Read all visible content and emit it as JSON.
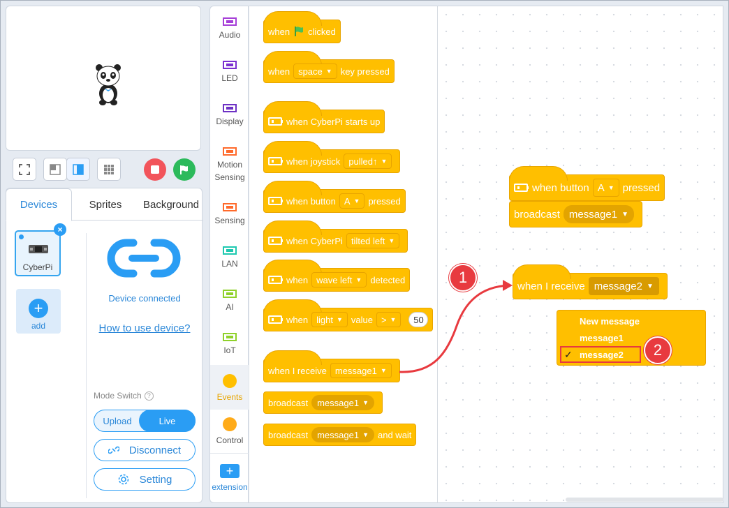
{
  "stage": {
    "sprite": "panda-sprite"
  },
  "toolbar": {
    "icons": [
      "fullscreen-icon",
      "small-stage-icon",
      "large-stage-icon",
      "grid-icon"
    ],
    "stop_color": "#f2545b",
    "go_color": "#2cba5b"
  },
  "device_panel": {
    "tabs": [
      "Devices",
      "Sprites",
      "Background"
    ],
    "device_name": "CyberPi",
    "add_label": "add",
    "status": "Device connected",
    "help_link": "How to use device?",
    "mode_switch_label": "Mode Switch",
    "mode_upload": "Upload",
    "mode_live": "Live",
    "disconnect": "Disconnect",
    "setting": "Setting"
  },
  "categories": [
    {
      "label": "Audio",
      "color": "#a63fd8"
    },
    {
      "label": "LED",
      "color": "#7b2fd0"
    },
    {
      "label": "Display",
      "color": "#6d31c4"
    },
    {
      "label": "Motion Sensing",
      "color": "#ff6a2b"
    },
    {
      "label": "Sensing",
      "color": "#ff6a2b"
    },
    {
      "label": "LAN",
      "color": "#1ec9b0"
    },
    {
      "label": "AI",
      "color": "#8fd12a"
    },
    {
      "label": "IoT",
      "color": "#8fd12a"
    },
    {
      "label": "Events",
      "color": "#ffbf00"
    },
    {
      "label": "Control",
      "color": "#ffab19"
    },
    {
      "label": "extension",
      "color": "#2a9df4"
    }
  ],
  "palette": {
    "flag_clicked": {
      "when": "when",
      "clicked": "clicked"
    },
    "key_pressed": {
      "when": "when",
      "key": "space",
      "pressed": "key pressed"
    },
    "starts_up": "when CyberPi starts up",
    "joystick": {
      "text": "when joystick",
      "value": "pulled↑"
    },
    "button": {
      "text": "when button",
      "value": "A",
      "pressed": "pressed"
    },
    "tilted": {
      "text": "when CyberPi",
      "value": "tilted left"
    },
    "wave": {
      "when": "when",
      "value": "wave left",
      "detected": "detected"
    },
    "light": {
      "when": "when",
      "sensor": "light",
      "value": "value",
      "op": ">",
      "num": "50"
    },
    "receive": {
      "text": "when I receive",
      "value": "message1"
    },
    "broadcast": {
      "text": "broadcast",
      "value": "message1"
    },
    "broadcast_wait": {
      "text": "broadcast",
      "value": "message1",
      "wait": "and wait"
    }
  },
  "workspace": {
    "button_block": {
      "text": "when button",
      "value": "A",
      "pressed": "pressed"
    },
    "broadcast_block": {
      "text": "broadcast",
      "value": "message1"
    },
    "receive_block": {
      "text": "when I receive",
      "value": "message2"
    },
    "menu": {
      "items": [
        "New message",
        "message1",
        "message2"
      ],
      "checked": "✓"
    }
  },
  "callouts": {
    "one": "1",
    "two": "2"
  }
}
